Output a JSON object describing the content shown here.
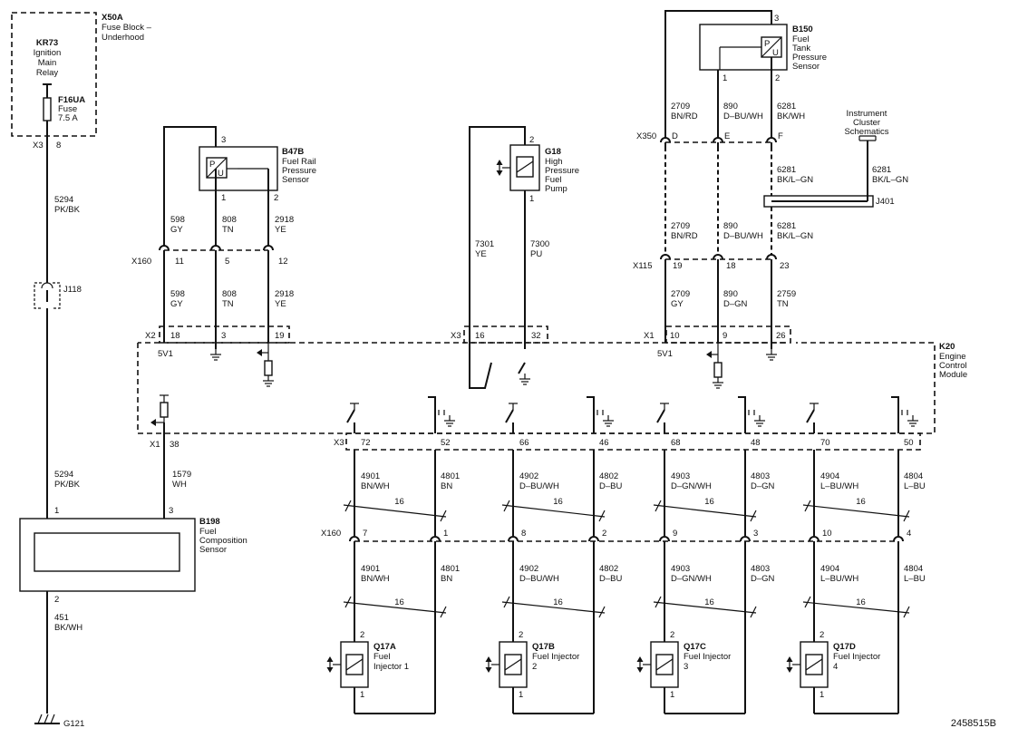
{
  "figure_id": "2458515B",
  "components": {
    "x50a": {
      "id": "X50A",
      "lines": [
        "Fuse Block –",
        "Underhood"
      ]
    },
    "kr73": {
      "id": "KR73",
      "lines": [
        "Ignition",
        "Main",
        "Relay"
      ]
    },
    "f16ua": {
      "id": "F16UA",
      "lines": [
        "Fuse",
        "7.5 A"
      ]
    },
    "b47b": {
      "id": "B47B",
      "lines": [
        "Fuel Rail",
        "Pressure",
        "Sensor"
      ]
    },
    "g18": {
      "id": "G18",
      "lines": [
        "High",
        "Pressure",
        "Fuel",
        "Pump"
      ]
    },
    "b150": {
      "id": "B150",
      "lines": [
        "Fuel",
        "Tank",
        "Pressure",
        "Sensor"
      ]
    },
    "instrument": {
      "lines": [
        "Instrument",
        "Cluster",
        "Schematics"
      ]
    },
    "j401": {
      "id": "J401"
    },
    "j118": {
      "id": "J118"
    },
    "k20": {
      "id": "K20",
      "lines": [
        "Engine",
        "Control",
        "Module"
      ]
    },
    "b198": {
      "id": "B198",
      "lines": [
        "Fuel",
        "Composition",
        "Sensor"
      ]
    },
    "g121": {
      "id": "G121"
    },
    "injectors": [
      {
        "id": "Q17A",
        "lines": [
          "Fuel",
          "Injector 1"
        ]
      },
      {
        "id": "Q17B",
        "lines": [
          "Fuel Injector",
          "2"
        ]
      },
      {
        "id": "Q17C",
        "lines": [
          "Fuel Injector",
          "3"
        ]
      },
      {
        "id": "Q17D",
        "lines": [
          "Fuel Injector",
          "4"
        ]
      }
    ]
  },
  "connectors": {
    "x3_fuse": "X3",
    "x160": "X160",
    "x350": "X350",
    "x115": "X115",
    "x2": "X2",
    "x3": "X3",
    "x1": "X1",
    "x1_low": "X1",
    "x3_low": "X3",
    "x160_low": "X160"
  },
  "pins": {
    "x3_fuse": "8",
    "fuel_comp_1": "1",
    "fuel_comp_3": "3",
    "fuel_comp_2": "2",
    "x1_38": "38",
    "b47b_3": "3",
    "b47b_1": "1",
    "b47b_2": "2",
    "x160_11": "11",
    "x160_5": "5",
    "x160_12": "12",
    "x2_18": "18",
    "x2_3": "3",
    "x2_19": "19",
    "g18_2": "2",
    "g18_1": "1",
    "x3_16": "16",
    "x3_32": "32",
    "b150_3": "3",
    "b150_1": "1",
    "b150_2": "2",
    "x350_d": "D",
    "x350_e": "E",
    "x350_f": "F",
    "x115_19": "19",
    "x115_18": "18",
    "x115_23": "23",
    "x1_10": "10",
    "x1_9": "9",
    "x1_26": "26",
    "ecm_low": [
      "72",
      "52",
      "66",
      "46",
      "68",
      "48",
      "70",
      "50"
    ],
    "x160_low": [
      "7",
      "1",
      "8",
      "2",
      "9",
      "3",
      "10",
      "4"
    ],
    "inj_top": "2",
    "inj_bot": "1"
  },
  "labels": {
    "v5_a": "5V1",
    "v5_b": "5V1"
  },
  "wires": {
    "w5294_a": [
      "5294",
      "PK/BK"
    ],
    "w5294_b": [
      "5294",
      "PK/BK"
    ],
    "w451": [
      "451",
      "BK/WH"
    ],
    "w1579": [
      "1579",
      "WH"
    ],
    "w598_a": [
      "598",
      "GY"
    ],
    "w808_a": [
      "808",
      "TN"
    ],
    "w2918_a": [
      "2918",
      "YE"
    ],
    "w598_b": [
      "598",
      "GY"
    ],
    "w808_b": [
      "808",
      "TN"
    ],
    "w2918_b": [
      "2918",
      "YE"
    ],
    "w7301": [
      "7301",
      "YE"
    ],
    "w7300": [
      "7300",
      "PU"
    ],
    "w2709_a": [
      "2709",
      "BN/RD"
    ],
    "w890_a": [
      "890",
      "D–BU/WH"
    ],
    "w6281_a": [
      "6281",
      "BK/WH"
    ],
    "w6281_b": [
      "6281",
      "BK/L–GN"
    ],
    "w6281_c": [
      "6281",
      "BK/L–GN"
    ],
    "w2709_b": [
      "2709",
      "BN/RD"
    ],
    "w890_b": [
      "890",
      "D–BU/WH"
    ],
    "w6281_d": [
      "6281",
      "BK/L–GN"
    ],
    "w2709_c": [
      "2709",
      "GY"
    ],
    "w890_c": [
      "890",
      "D–GN"
    ],
    "w2759": [
      "2759",
      "TN"
    ],
    "inj_wires_top": [
      [
        "4901",
        "BN/WH"
      ],
      [
        "4801",
        "BN"
      ],
      [
        "4902",
        "D–BU/WH"
      ],
      [
        "4802",
        "D–BU"
      ],
      [
        "4903",
        "D–GN/WH"
      ],
      [
        "4803",
        "D–GN"
      ],
      [
        "4904",
        "L–BU/WH"
      ],
      [
        "4804",
        "L–BU"
      ]
    ],
    "inj_wires_bot": [
      [
        "4901",
        "BN/WH"
      ],
      [
        "4801",
        "BN"
      ],
      [
        "4902",
        "D–BU/WH"
      ],
      [
        "4802",
        "D–BU"
      ],
      [
        "4903",
        "D–GN/WH"
      ],
      [
        "4803",
        "D–GN"
      ],
      [
        "4904",
        "L–BU/WH"
      ],
      [
        "4804",
        "L–BU"
      ]
    ],
    "twist_gauge": "16"
  }
}
